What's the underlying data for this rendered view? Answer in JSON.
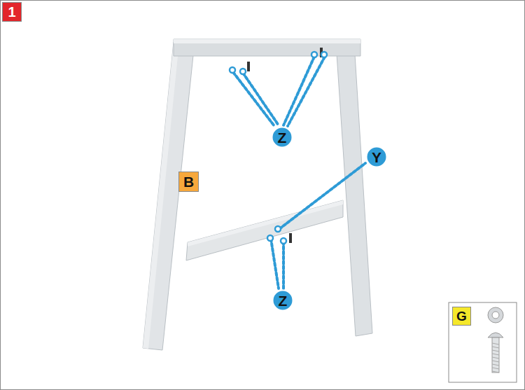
{
  "diagram": {
    "nodes": [
      {
        "text": [
          "1"
        ]
      },
      {
        "text": [
          "Z"
        ]
      },
      {
        "text": [
          "B"
        ]
      },
      {
        "text": [
          "Y"
        ]
      },
      {
        "text": [
          "Z"
        ]
      },
      {
        "text": [
          "G"
        ]
      }
    ]
  }
}
